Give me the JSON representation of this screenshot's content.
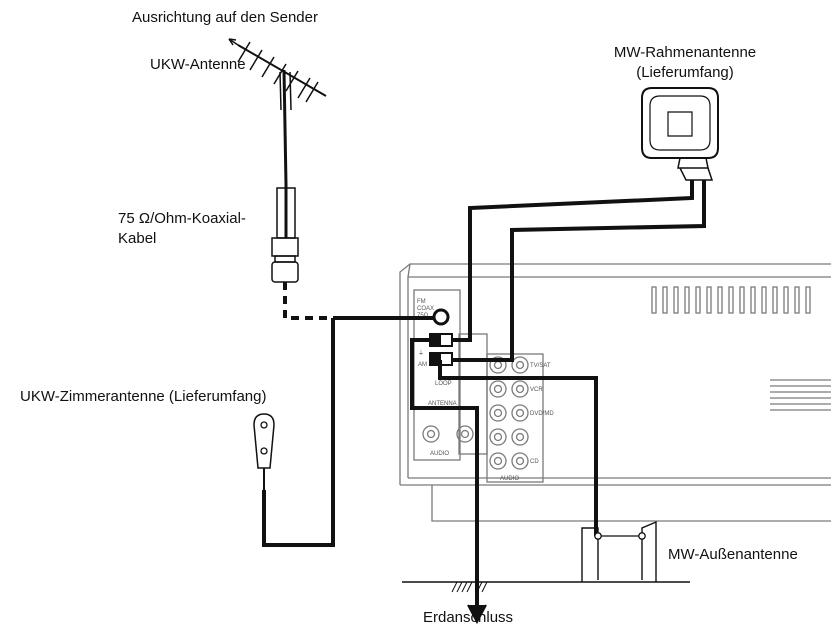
{
  "labels": {
    "direction": "Ausrichtung auf den Sender",
    "fm_antenna": "UKW-Antenne",
    "coax_line1": "75 Ω/Ohm-Koaxial-",
    "coax_line2": "Kabel",
    "indoor_antenna": "UKW-Zimmerantenne (Lieferumfang)",
    "loop_antenna_line1": "MW-Rahmenantenne",
    "loop_antenna_line2": "(Lieferumfang)",
    "outdoor_am_antenna": "MW-Außenantenne",
    "ground": "Erdanschluss"
  },
  "panel": {
    "fm_jack_line1": "FM",
    "fm_jack_line2": "COAX",
    "fm_jack_line3": "75Ω",
    "ground_mark": "⏚",
    "am_mark": "AM",
    "loop_mark": "LOOP",
    "antenna_label": "ANTENNA",
    "audio_label": "AUDIO",
    "audio_label2": "AUDIO",
    "jack_labels": [
      "TV/SAT",
      "VCR",
      "DVD/MD",
      "CD"
    ]
  },
  "colors": {
    "line": "#111111",
    "panel": "#7a7a7a",
    "background": "#ffffff"
  }
}
